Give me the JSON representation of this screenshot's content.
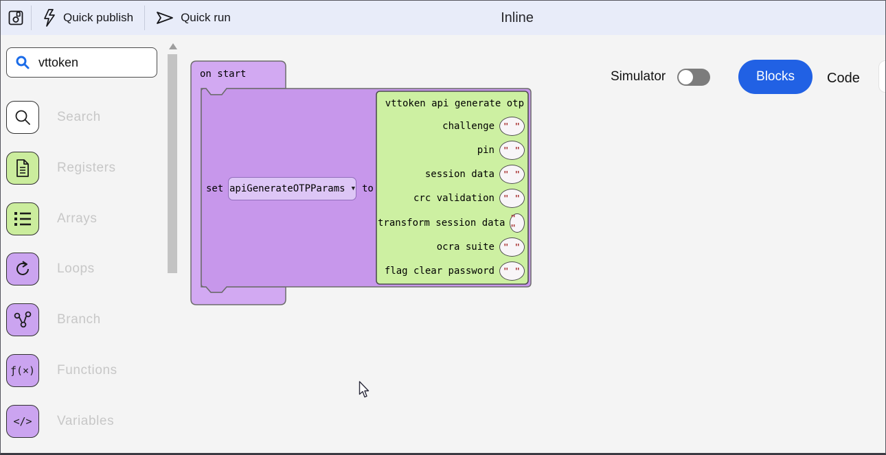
{
  "toolbar": {
    "quick_publish_label": "Quick publish",
    "quick_run_label": "Quick run",
    "title": "Inline"
  },
  "sidebar": {
    "search_value": "vttoken",
    "items": [
      {
        "label": "Search",
        "icon": "magnifier-icon",
        "color": "white"
      },
      {
        "label": "Registers",
        "icon": "document-icon",
        "color": "green"
      },
      {
        "label": "Arrays",
        "icon": "list-icon",
        "color": "green"
      },
      {
        "label": "Loops",
        "icon": "rotate-icon",
        "color": "purple"
      },
      {
        "label": "Branch",
        "icon": "git-branch-icon",
        "color": "purple"
      },
      {
        "label": "Functions",
        "icon": "fx-icon",
        "color": "purple",
        "glyph": "ƒ(×)"
      },
      {
        "label": "Variables",
        "icon": "code-icon",
        "color": "purple",
        "glyph": "</>"
      }
    ]
  },
  "canvas": {
    "on_start_label": "on start",
    "set_label": "set",
    "variable_dropdown_value": "apiGenerateOTPParams",
    "to_label": "to",
    "api_block": {
      "title": "vttoken api generate otp",
      "params": [
        {
          "label": "challenge",
          "value": "\" \""
        },
        {
          "label": "pin",
          "value": "\" \""
        },
        {
          "label": "session data",
          "value": "\" \""
        },
        {
          "label": "crc validation",
          "value": "\" \""
        },
        {
          "label": "transform session data",
          "value": "\" \""
        },
        {
          "label": "ocra suite",
          "value": "\" \""
        },
        {
          "label": "flag clear password",
          "value": "\" \""
        }
      ]
    }
  },
  "controls": {
    "simulator_label": "Simulator",
    "simulator_state": "off",
    "blocks_label": "Blocks",
    "code_label": "Code"
  },
  "colors": {
    "toolbar_bg": "#e8ecf9",
    "canvas_bg": "#f4f4f4",
    "on_start_purple": "#d2a9f2",
    "set_block_purple": "#c797eb",
    "dropdown_purple": "#ddc6f6",
    "api_block_green": "#cdf0a2",
    "category_green": "#cbed9d",
    "category_purple": "#cba4f0",
    "blocks_button_blue": "#2161e4",
    "string_quote_red": "#a83232",
    "search_icon_blue": "#1b6ce8"
  }
}
